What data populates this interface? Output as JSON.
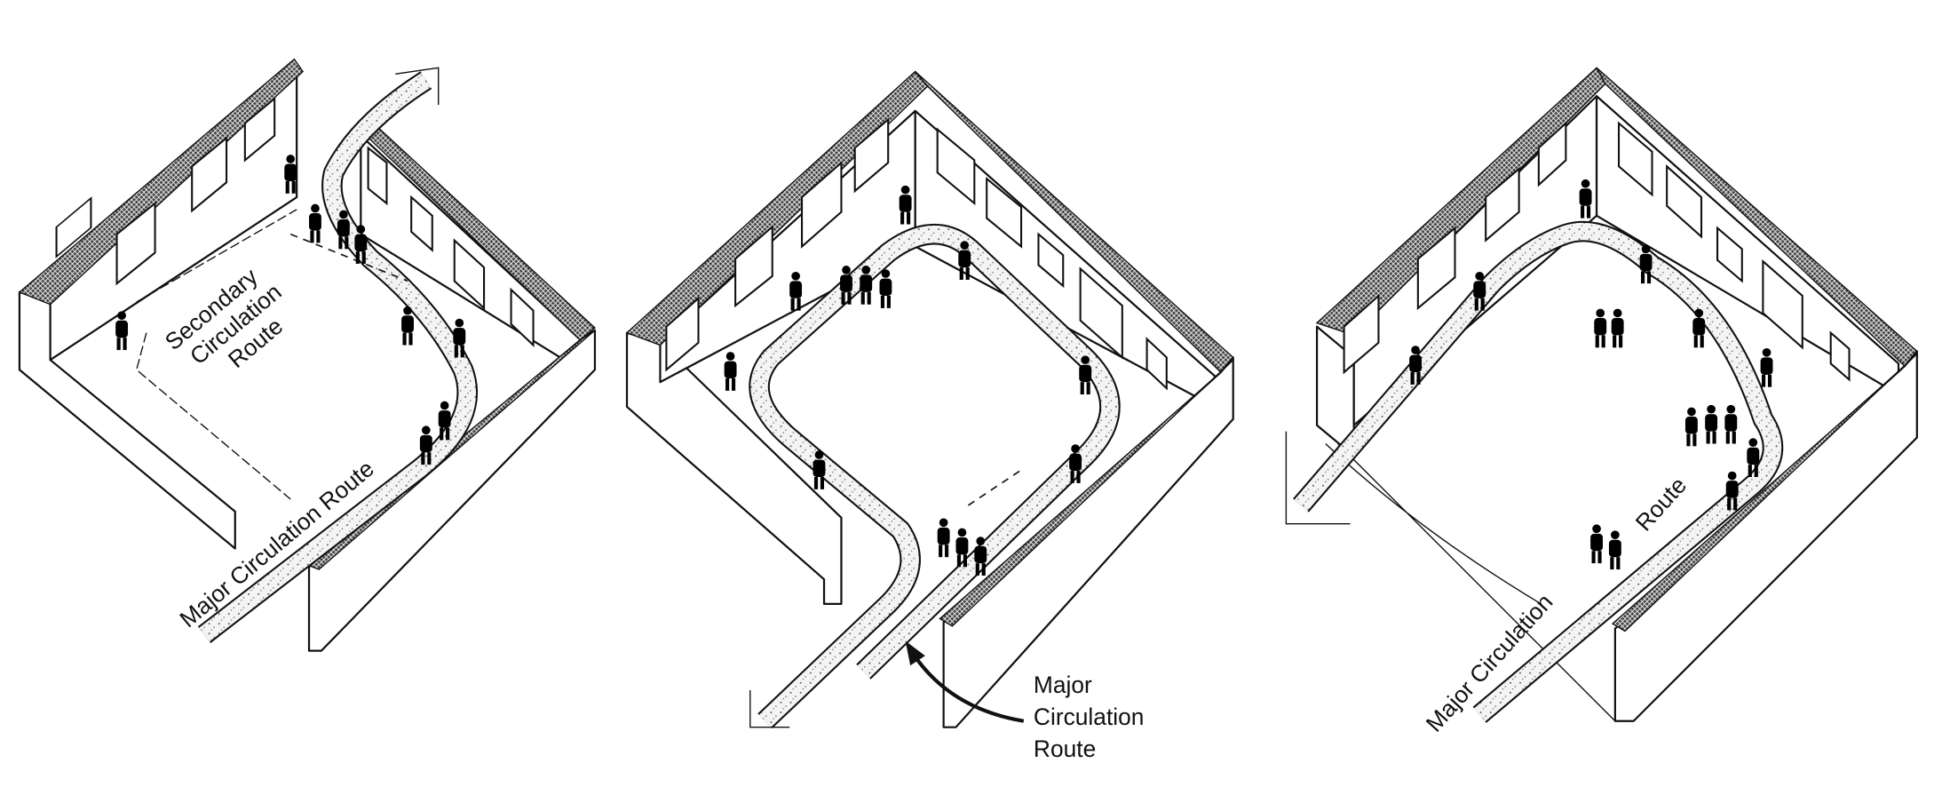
{
  "panels": [
    {
      "name": "gallery-left",
      "labels": {
        "secondary_route": [
          "Secondary",
          "Circulation",
          "Route"
        ],
        "major_route": "Major Circulation Route"
      }
    },
    {
      "name": "gallery-center",
      "labels": {
        "major_route": [
          "Major",
          "Circulation",
          "Route"
        ]
      }
    },
    {
      "name": "gallery-right",
      "labels": {
        "major_route_part1": "Major Circulation",
        "major_route_part2": "Route"
      }
    }
  ],
  "colors": {
    "ink": "#111111",
    "paper": "#ffffff",
    "stipple": "#d8d8d8"
  }
}
